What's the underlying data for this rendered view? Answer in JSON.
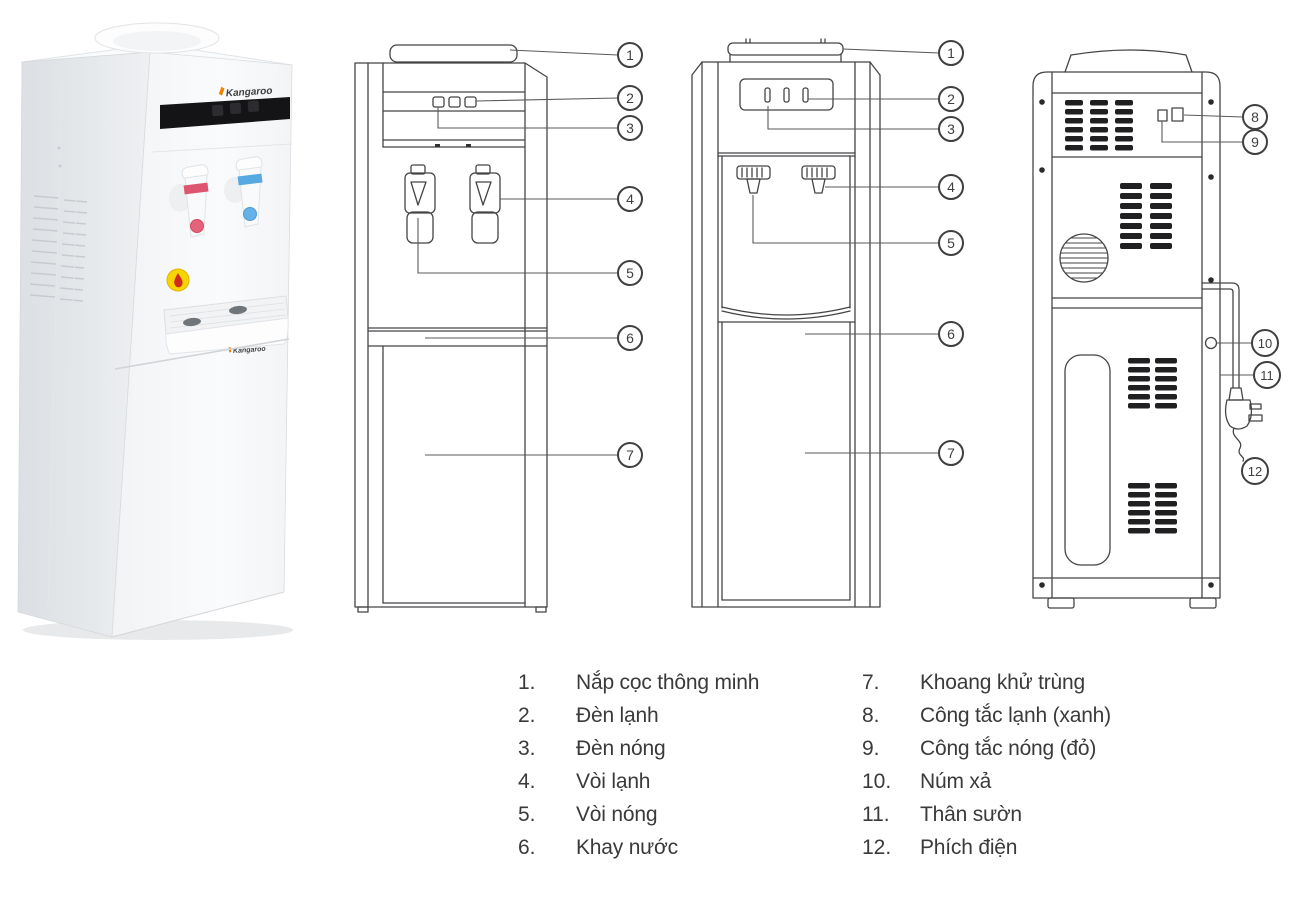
{
  "photo": {
    "brand": "Kangaroo"
  },
  "callouts": {
    "front_a": [
      "1",
      "2",
      "3",
      "4",
      "5",
      "6",
      "7"
    ],
    "front_b": [
      "1",
      "2",
      "3",
      "4",
      "5",
      "6",
      "7"
    ],
    "back": [
      "8",
      "9",
      "10",
      "11",
      "12"
    ]
  },
  "legend": {
    "left": [
      {
        "num": "1.",
        "label": "Nắp cọc thông minh"
      },
      {
        "num": "2.",
        "label": "Đèn lạnh"
      },
      {
        "num": "3.",
        "label": "Đèn nóng"
      },
      {
        "num": "4.",
        "label": "Vòi lạnh"
      },
      {
        "num": "5.",
        "label": "Vòi nóng"
      },
      {
        "num": "6.",
        "label": "Khay nước"
      }
    ],
    "right": [
      {
        "num": "7.",
        "label": "Khoang khử trùng"
      },
      {
        "num": "8.",
        "label": "Công tắc lạnh (xanh)"
      },
      {
        "num": "9.",
        "label": "Công tắc nóng (đỏ)"
      },
      {
        "num": "10.",
        "label": "Núm xả"
      },
      {
        "num": "11.",
        "label": "Thân sườn"
      },
      {
        "num": "12.",
        "label": "Phích điện"
      }
    ]
  },
  "colors": {
    "brand_green": "#3fae49",
    "brand_mark_orange": "#f08300",
    "hot_red": "#dd5570",
    "cold_blue": "#58a9e2",
    "warning_yellow": "#f6d500",
    "line_gray": "#454547"
  }
}
